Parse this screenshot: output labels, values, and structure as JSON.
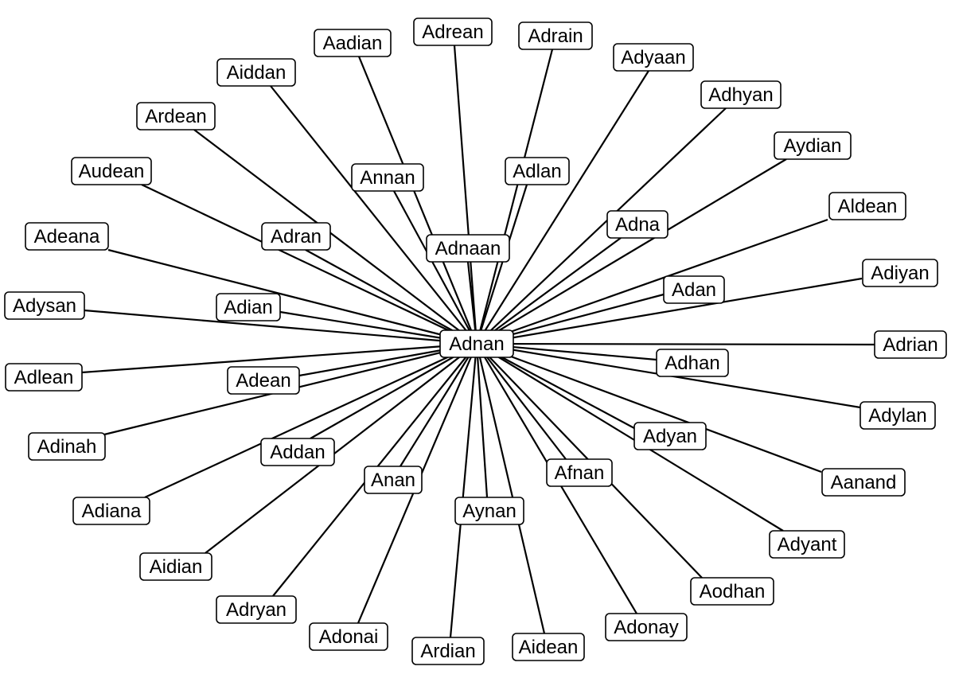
{
  "center": {
    "id": "adnan",
    "label": "Adnan"
  },
  "nodes": [
    {
      "id": "aadian",
      "label": "Aadian"
    },
    {
      "id": "adrean",
      "label": "Adrean"
    },
    {
      "id": "adrain",
      "label": "Adrain"
    },
    {
      "id": "adyaan",
      "label": "Adyaan"
    },
    {
      "id": "aiddan",
      "label": "Aiddan"
    },
    {
      "id": "adhyan",
      "label": "Adhyan"
    },
    {
      "id": "ardean",
      "label": "Ardean"
    },
    {
      "id": "aydian",
      "label": "Aydian"
    },
    {
      "id": "audean",
      "label": "Audean"
    },
    {
      "id": "annan",
      "label": "Annan"
    },
    {
      "id": "adlan",
      "label": "Adlan"
    },
    {
      "id": "aldean",
      "label": "Aldean"
    },
    {
      "id": "adna",
      "label": "Adna"
    },
    {
      "id": "adeana",
      "label": "Adeana"
    },
    {
      "id": "adran",
      "label": "Adran"
    },
    {
      "id": "adnaan",
      "label": "Adnaan"
    },
    {
      "id": "adiyan",
      "label": "Adiyan"
    },
    {
      "id": "adan",
      "label": "Adan"
    },
    {
      "id": "adysan",
      "label": "Adysan"
    },
    {
      "id": "adian",
      "label": "Adian"
    },
    {
      "id": "adrian",
      "label": "Adrian"
    },
    {
      "id": "adhan",
      "label": "Adhan"
    },
    {
      "id": "adlean",
      "label": "Adlean"
    },
    {
      "id": "adean",
      "label": "Adean"
    },
    {
      "id": "adylan",
      "label": "Adylan"
    },
    {
      "id": "adyan",
      "label": "Adyan"
    },
    {
      "id": "adinah",
      "label": "Adinah"
    },
    {
      "id": "addan",
      "label": "Addan"
    },
    {
      "id": "anan",
      "label": "Anan"
    },
    {
      "id": "afnan",
      "label": "Afnan"
    },
    {
      "id": "aanand",
      "label": "Aanand"
    },
    {
      "id": "adiana",
      "label": "Adiana"
    },
    {
      "id": "aynan",
      "label": "Aynan"
    },
    {
      "id": "adyant",
      "label": "Adyant"
    },
    {
      "id": "aidian",
      "label": "Aidian"
    },
    {
      "id": "aodhan",
      "label": "Aodhan"
    },
    {
      "id": "adryan",
      "label": "Adryan"
    },
    {
      "id": "adonay",
      "label": "Adonay"
    },
    {
      "id": "adonai",
      "label": "Adonai"
    },
    {
      "id": "aidean",
      "label": "Aidean"
    },
    {
      "id": "ardian",
      "label": "Ardian"
    }
  ]
}
